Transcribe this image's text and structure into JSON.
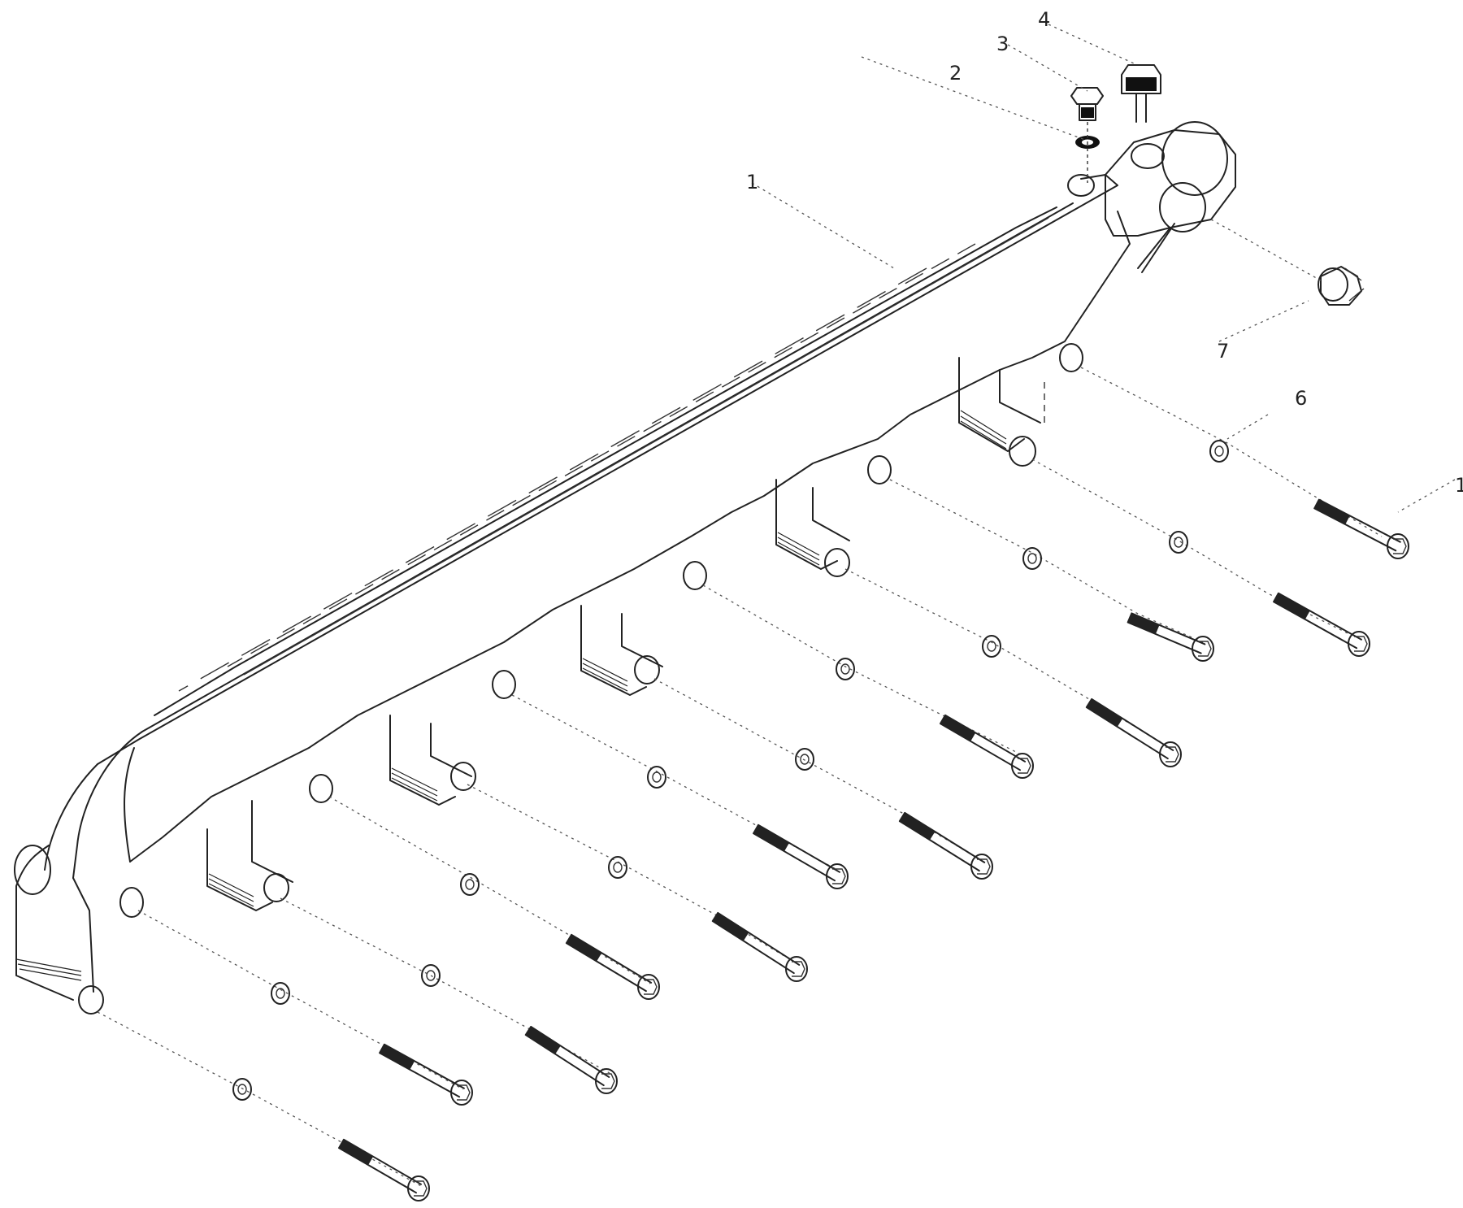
{
  "diagram": {
    "type": "exploded-parts-drawing",
    "callouts": [
      {
        "id": "callout-1-top",
        "label": "1"
      },
      {
        "id": "callout-2",
        "label": "2"
      },
      {
        "id": "callout-3",
        "label": "3"
      },
      {
        "id": "callout-4",
        "label": "4"
      },
      {
        "id": "callout-6",
        "label": "6"
      },
      {
        "id": "callout-7",
        "label": "7"
      },
      {
        "id": "callout-1-right",
        "label": "1"
      }
    ]
  }
}
